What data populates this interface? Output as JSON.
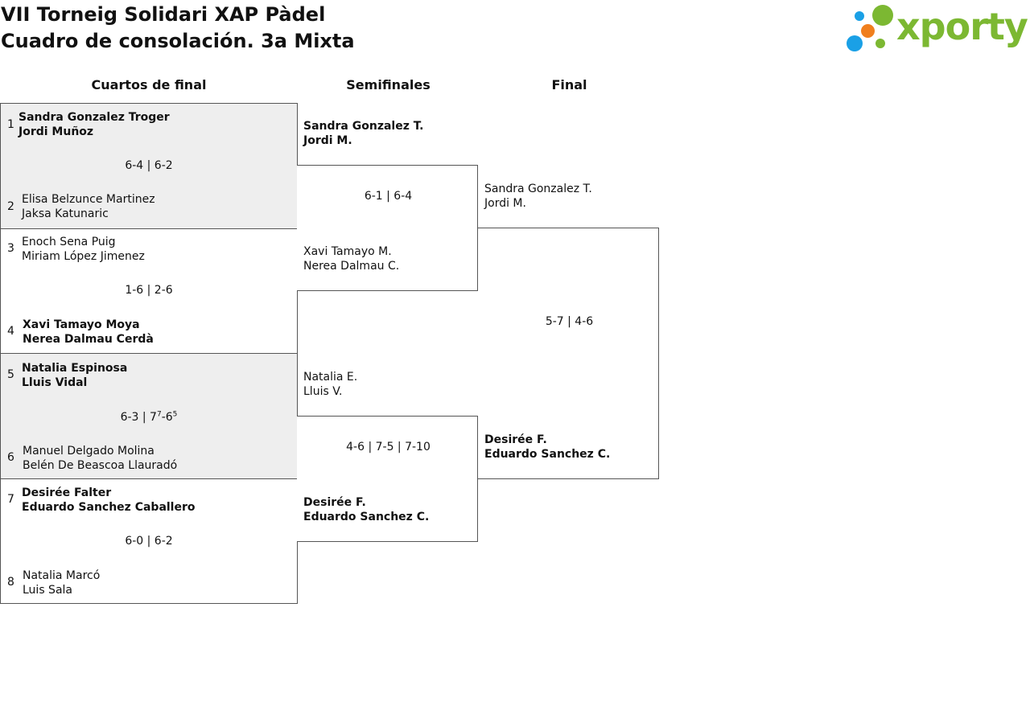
{
  "header": {
    "title_line1": "VII Torneig Solidari XAP Pàdel",
    "title_line2": "Cuadro de consolación. 3a Mixta"
  },
  "logo": {
    "text": "xporty",
    "colors": {
      "green": "#7cb832",
      "blue": "#1aa0e6",
      "orange": "#f07f1e"
    }
  },
  "rounds": [
    "Cuartos de final",
    "Semifinales",
    "Final"
  ],
  "quarterfinals": [
    {
      "team_a": {
        "seed": "1",
        "p1": "Sandra Gonzalez Troger",
        "p2": "Jordi Muñoz",
        "winner": true
      },
      "team_b": {
        "seed": "2",
        "p1": "Elisa Belzunce Martinez",
        "p2": "Jaksa Katunaric",
        "winner": false
      },
      "score": "6-4 | 6-2"
    },
    {
      "team_a": {
        "seed": "3",
        "p1": "Enoch Sena Puig",
        "p2": "Miriam López Jimenez",
        "winner": false
      },
      "team_b": {
        "seed": "4",
        "p1": "Xavi Tamayo Moya",
        "p2": "Nerea Dalmau Cerdà",
        "winner": true
      },
      "score": "1-6 | 2-6"
    },
    {
      "team_a": {
        "seed": "5",
        "p1": "Natalia Espinosa",
        "p2": "Lluis Vidal",
        "winner": true
      },
      "team_b": {
        "seed": "6",
        "p1": "Manuel Delgado Molina",
        "p2": "Belén De Beascoa Llauradó",
        "winner": false
      },
      "score_parts": {
        "set1": "6-3 | 7",
        "tb1": "7",
        "mid": "-6",
        "tb2": "5"
      }
    },
    {
      "team_a": {
        "seed": "7",
        "p1": "Desirée Falter",
        "p2": "Eduardo Sanchez Caballero",
        "winner": true
      },
      "team_b": {
        "seed": "8",
        "p1": "Natalia Marcó",
        "p2": "Luis Sala",
        "winner": false
      },
      "score": "6-0 | 6-2"
    }
  ],
  "semifinals": [
    {
      "team_a": {
        "p1": "Sandra Gonzalez T.",
        "p2": "Jordi M.",
        "winner": true
      },
      "team_b": {
        "p1": "Xavi Tamayo M.",
        "p2": "Nerea Dalmau C.",
        "winner": false
      },
      "score": "6-1 | 6-4"
    },
    {
      "team_a": {
        "p1": "Natalia E.",
        "p2": "Lluis V.",
        "winner": false
      },
      "team_b": {
        "p1": "Desirée F.",
        "p2": "Eduardo Sanchez C.",
        "winner": true
      },
      "score": "4-6 | 7-5 | 7-10"
    }
  ],
  "final": {
    "team_a": {
      "p1": "Sandra Gonzalez T.",
      "p2": "Jordi M.",
      "winner": false
    },
    "team_b": {
      "p1": "Desirée F.",
      "p2": "Eduardo Sanchez C.",
      "winner": true
    },
    "score": "5-7 | 4-6"
  }
}
